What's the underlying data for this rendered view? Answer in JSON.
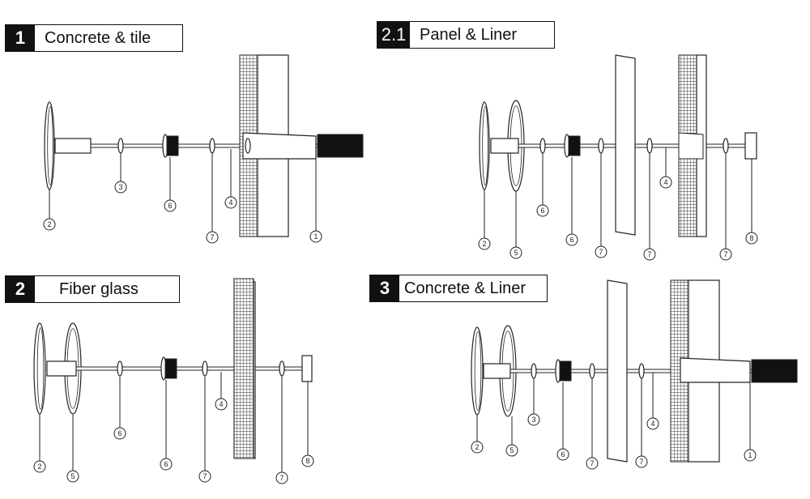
{
  "colors": {
    "line": "#222222",
    "fill_dark": "#111111",
    "grid": "#555555",
    "background": "#ffffff"
  },
  "panels": [
    {
      "id": "p1",
      "number": "1",
      "title": "Concrete & tile",
      "callouts": [
        "2",
        "3",
        "6",
        "4",
        "7",
        "1"
      ]
    },
    {
      "id": "p21",
      "number": "2.1",
      "title": "Panel & Liner",
      "callouts": [
        "2",
        "5",
        "6",
        "6",
        "7",
        "4",
        "7",
        "7",
        "8"
      ]
    },
    {
      "id": "p2",
      "number": "2",
      "title": "Fiber glass",
      "callouts": [
        "2",
        "5",
        "6",
        "6",
        "4",
        "7",
        "7",
        "8"
      ]
    },
    {
      "id": "p3",
      "number": "3",
      "title": "Concrete & Liner",
      "callouts": [
        "2",
        "5",
        "3",
        "6",
        "7",
        "4",
        "7",
        "1"
      ]
    }
  ]
}
